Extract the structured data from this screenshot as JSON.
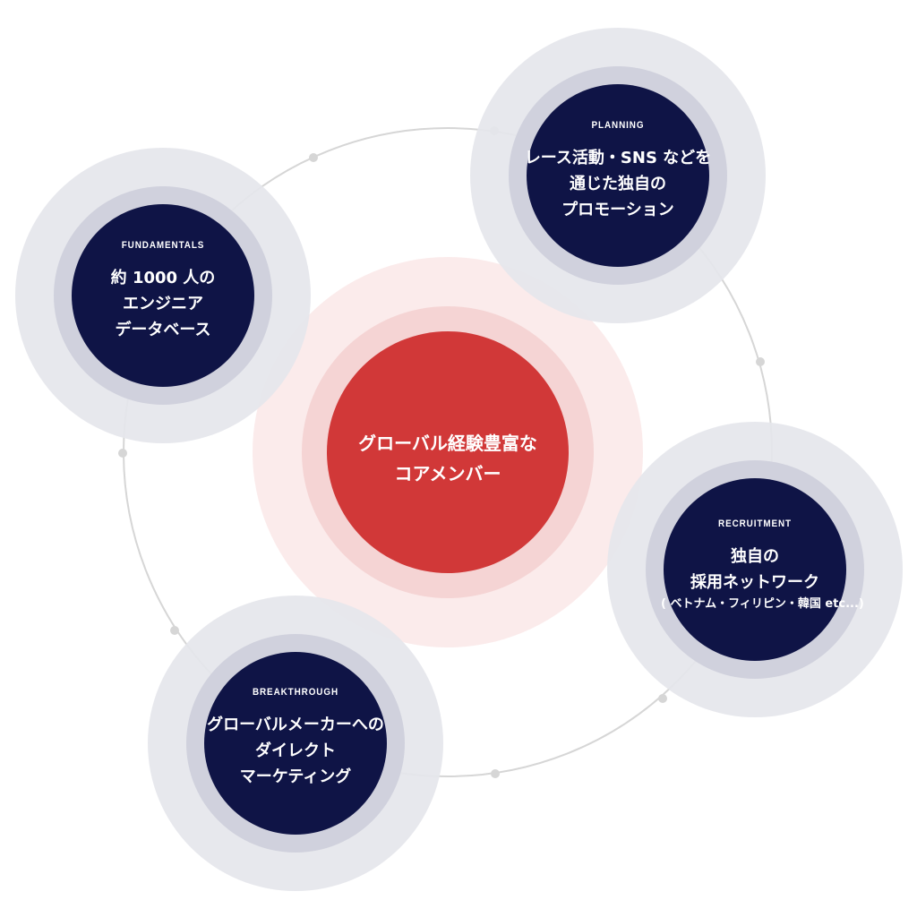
{
  "colors": {
    "navy": "#0f1446",
    "ring_outer": "#e5e6ec",
    "ring_mid": "#d0d1dd",
    "red": "#d13838",
    "pink_outer": "#fbe9e9",
    "pink_mid": "#f5d4d4",
    "orbit": "#d6d6d6"
  },
  "core": {
    "lines": [
      "グローバル経験豊富な",
      "コアメンバー"
    ]
  },
  "nodes": {
    "planning": {
      "tag": "PLANNING",
      "lines": [
        "レース活動・SNS などを",
        "通じた独自の",
        "プロモーション"
      ]
    },
    "fundamentals": {
      "tag": "FUNDAMENTALS",
      "lines": [
        "約 1000 人の",
        "エンジニア",
        "データベース"
      ]
    },
    "recruitment": {
      "tag": "RECRUITMENT",
      "lines": [
        "独自の",
        "採用ネットワーク"
      ],
      "note": "( ベトナム・フィリピン・韓国 etc...)"
    },
    "breakthrough": {
      "tag": "BREAKTHROUGH",
      "lines": [
        "グローバルメーカーへの",
        "ダイレクト",
        "マーケティング"
      ]
    }
  }
}
